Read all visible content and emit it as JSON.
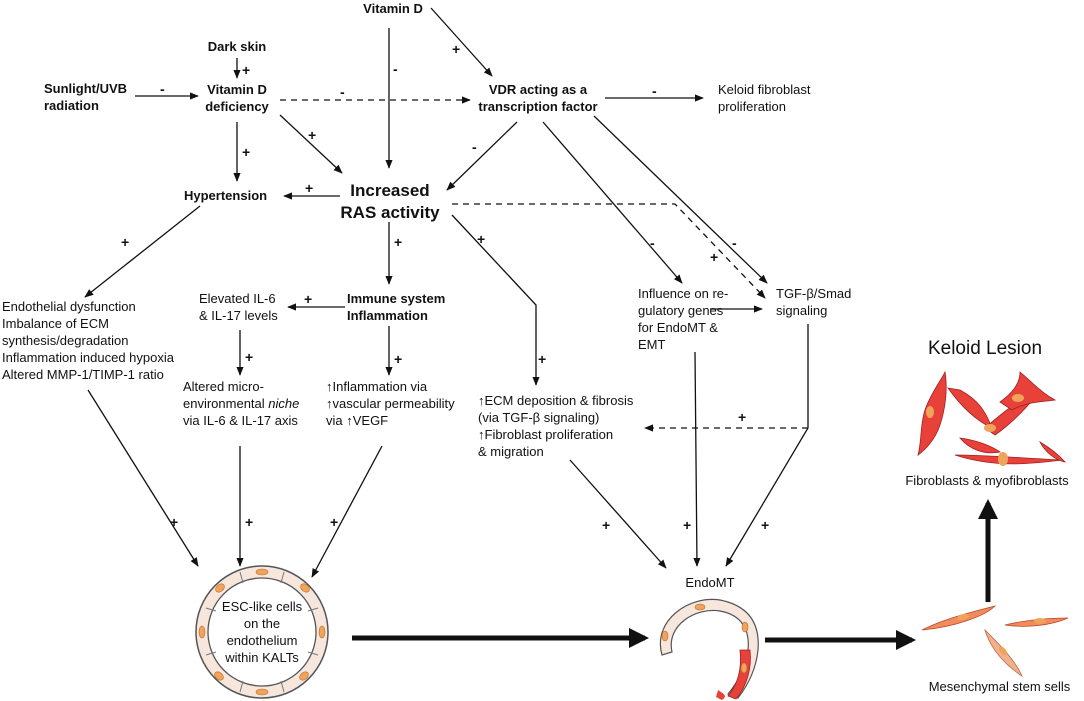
{
  "nodes": {
    "vitamin_d": "Vitamin D",
    "dark_skin": "Dark skin",
    "sunlight": "Sunlight/UVB\nradiation",
    "vit_d_deficiency": "Vitamin D\ndeficiency",
    "vdr": "VDR acting as a\ntranscription factor",
    "keloid_prolif": "Keloid fibroblast\nproliferation",
    "hypertension": "Hypertension",
    "ras": "Increased\nRAS activity",
    "endo_dysfunction": "Endothelial dysfunction\nImbalance of ECM\nsynthesis/degradation\nInflammation induced hypoxia\nAltered MMP-1/TIMP-1 ratio",
    "il6_levels": "Elevated IL-6\n& IL-17 levels",
    "immune": "Immune system\nInflammation",
    "regulatory": "Influence on re-\ngulatory genes\nfor EndoMT &\nEMT",
    "tgf": "TGF-β/Smad\nsignaling",
    "niche_pre": "Altered micro-\nenvironmental ",
    "niche_word": "niche",
    "niche_post": "\nvia IL-6 & IL-17 axis",
    "inflammation_vegf": "↑Inflammation via\n↑vascular permeability\nvia ↑VEGF",
    "ecm": "↑ECM deposition & fibrosis\n(via TGF-β signaling)\n↑Fibroblast proliferation\n& migration",
    "keloid_lesion": "Keloid Lesion",
    "fibroblasts": "Fibroblasts & myofibroblasts",
    "esc_cells": "ESC-like cells\non the\nendothelium\nwithin KALTs",
    "endomt": "EndoMT",
    "msc": "Mesenchymal stem sells"
  },
  "signs": {
    "dark_to_def": "+",
    "sun_to_def": "-",
    "vitd_to_ras": "-",
    "vitd_to_vdr": "+",
    "def_to_vdr": "-",
    "def_to_ras": "+",
    "def_to_htn": "+",
    "vdr_to_keloid": "-",
    "vdr_to_ras": "-",
    "ras_to_htn": "+",
    "htn_to_endo": "+",
    "ras_to_immune": "+",
    "ras_to_ecm": "+",
    "immune_to_il6": "+",
    "il6_to_niche": "+",
    "immune_to_vegf": "+",
    "vdr_to_reg": "-",
    "vdr_to_tgf": "-",
    "ras_to_tgf": "+",
    "ecm_arrow": "+",
    "endo_to_esc": "+",
    "niche_to_esc": "+",
    "vegf_to_esc": "+",
    "ecm_to_endomt": "+",
    "reg_to_endomt": "+",
    "tgf_to_endomt": "+",
    "ecm_up": "+"
  },
  "colors": {
    "cell_red": "#e8413a",
    "cell_orange": "#f39a3b",
    "cell_pale": "#f6e6dc",
    "nucleus": "#f0a35a"
  }
}
